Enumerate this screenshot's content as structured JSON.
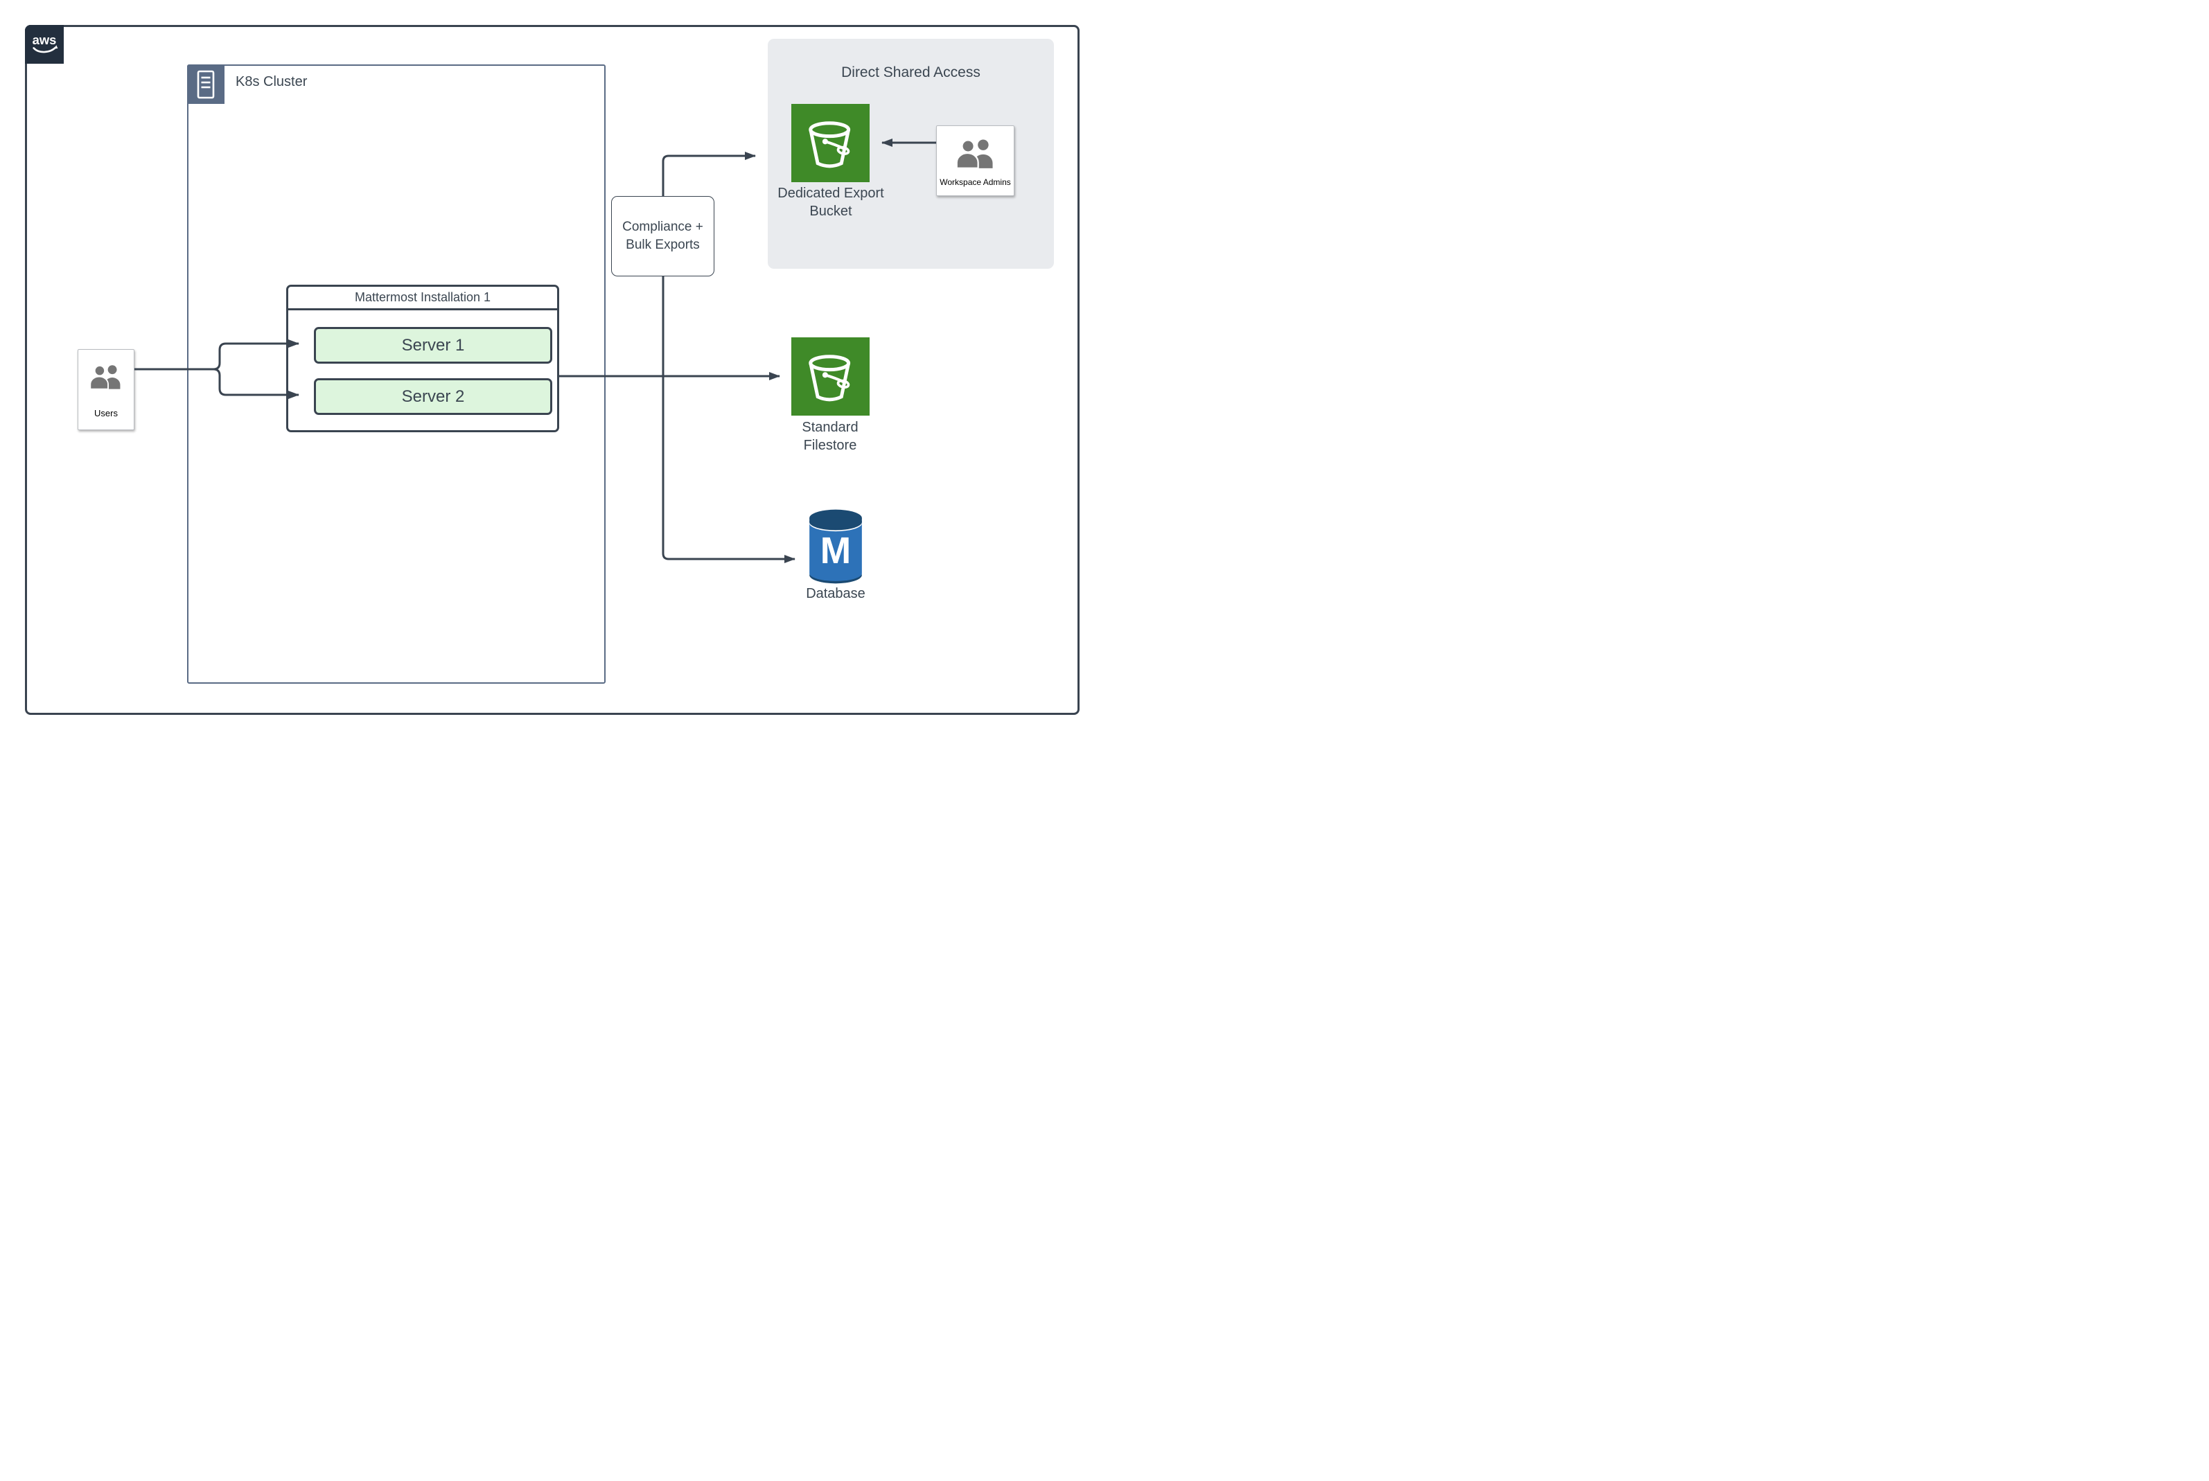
{
  "colors": {
    "line_dark": "#3a4450",
    "text_slate": "#3b4651",
    "k8s_blue": "#5a6b85",
    "panel_gray": "#e9ebee",
    "bucket_green": "#3f8a28",
    "server_fill_green": "#ddf5dd",
    "database_blue": "#2d72b8",
    "database_rim_blue": "#1b4a72",
    "aws_navy": "#232f3e",
    "people_gray": "#757575"
  },
  "aws_logo": {
    "text": "aws"
  },
  "k8s_cluster": {
    "label": "K8s Cluster"
  },
  "users": {
    "label": "Users"
  },
  "installation": {
    "title": "Mattermost Installation 1",
    "servers": [
      {
        "label": "Server 1"
      },
      {
        "label": "Server 2"
      }
    ]
  },
  "compliance": {
    "label": "Compliance +\nBulk Exports"
  },
  "direct_shared_access": {
    "title": "Direct Shared Access",
    "bucket_label": "Dedicated Export\nBucket",
    "admins_label": "Workspace Admins"
  },
  "standard_filestore": {
    "label": "Standard\nFilestore"
  },
  "database": {
    "label": "Database",
    "monogram": "M"
  }
}
